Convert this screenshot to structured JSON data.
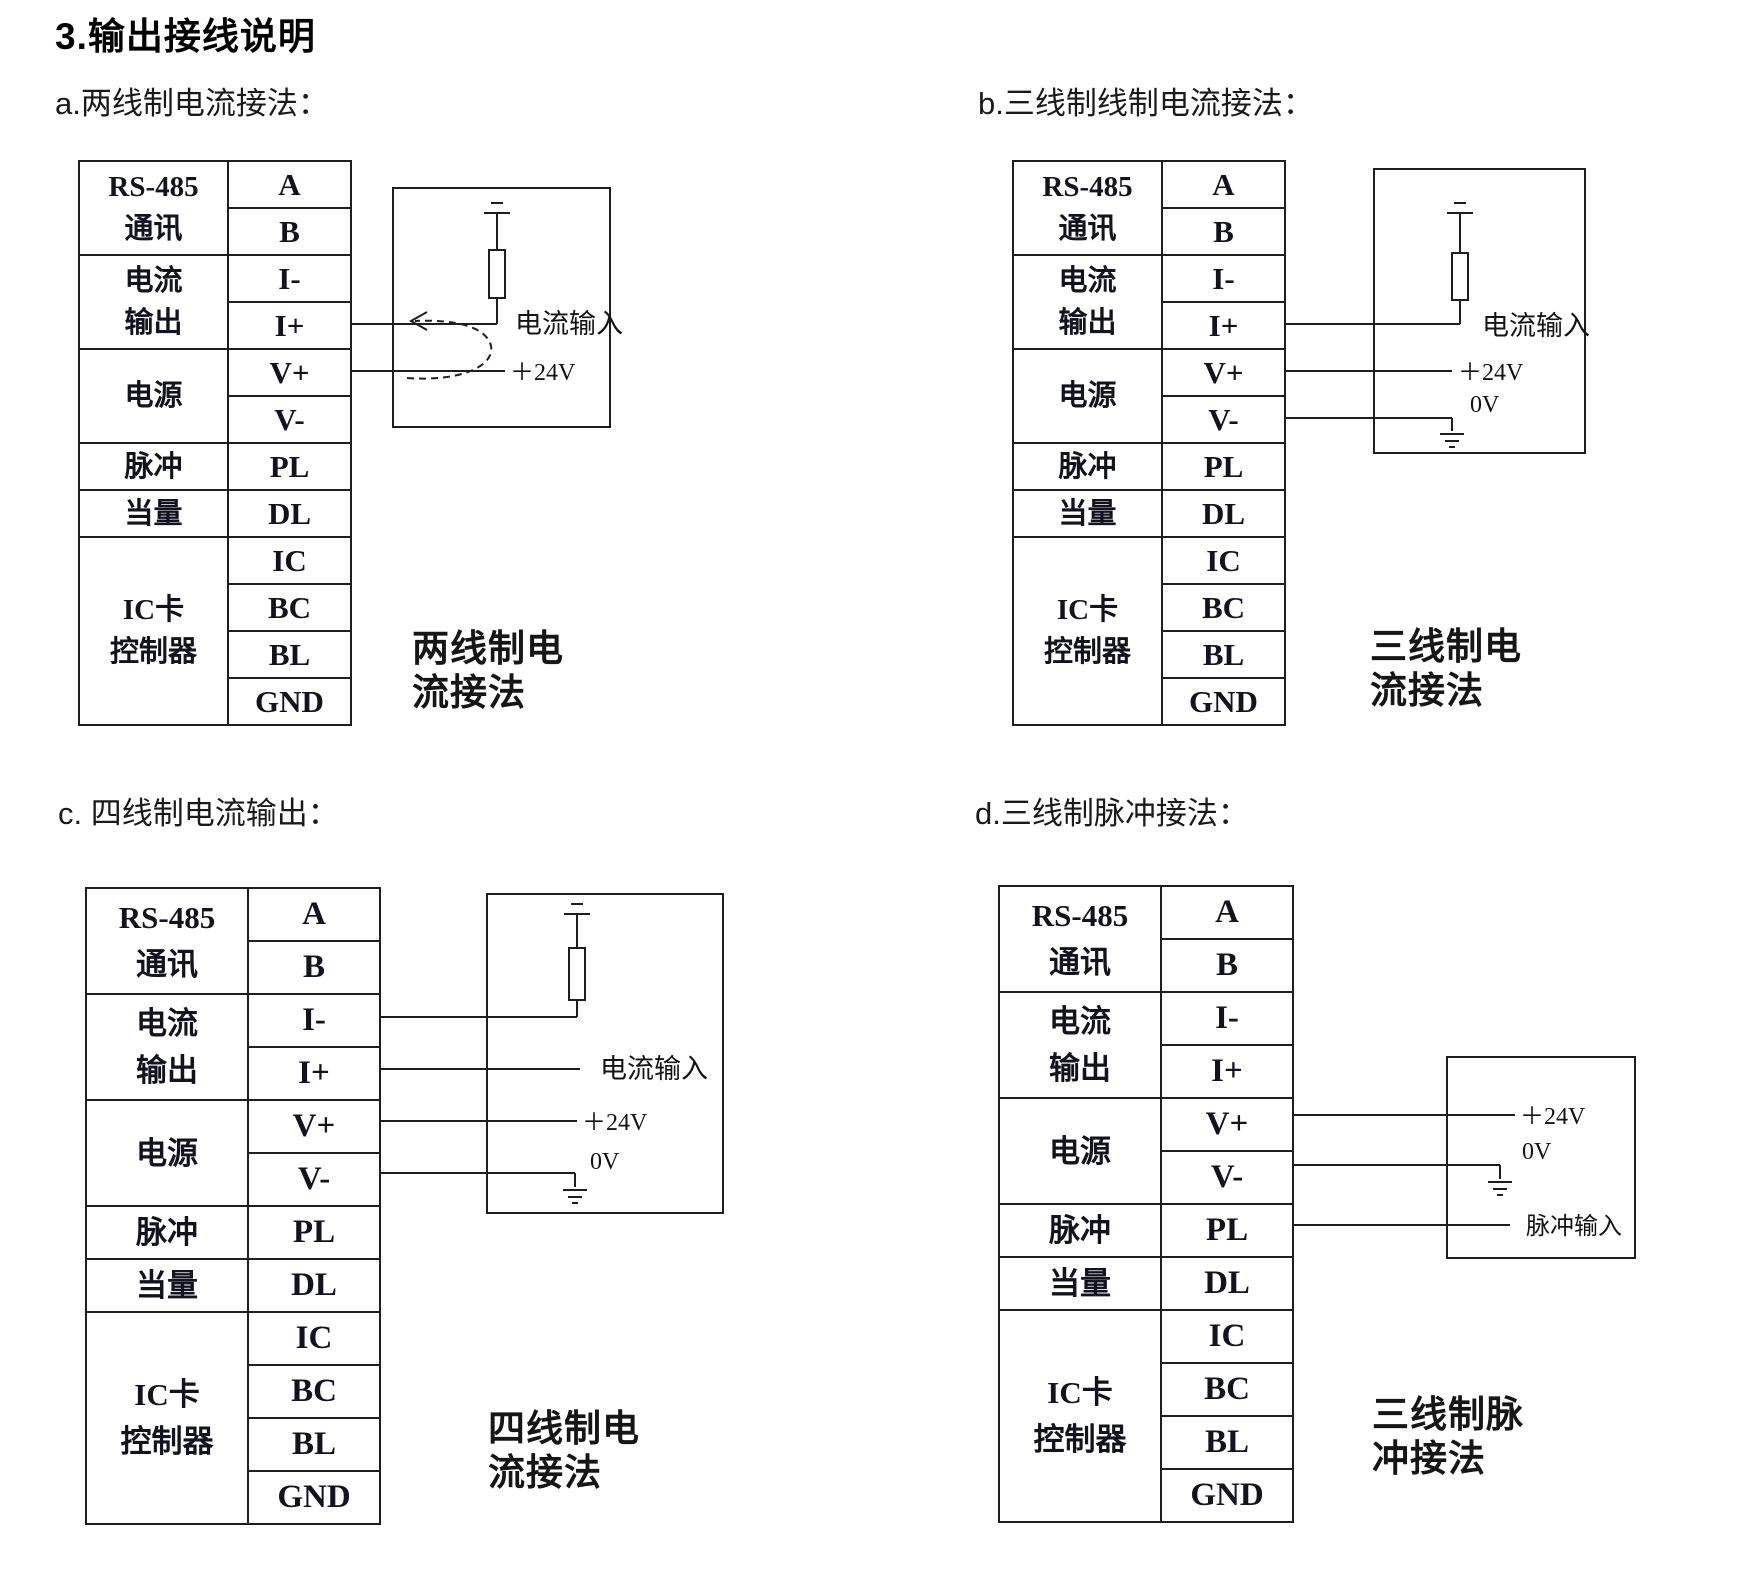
{
  "title": "3.输出接线说明",
  "sections": {
    "a": {
      "heading": "a.两线制电流接法：",
      "caption": "两线制电\n流接法"
    },
    "b": {
      "heading": "b.三线制线制电流接法：",
      "caption": "三线制电\n流接法"
    },
    "c": {
      "heading": "c. 四线制电流输出：",
      "caption": "四线制电\n流接法"
    },
    "d": {
      "heading": "d.三线制脉冲接法：",
      "caption": "三线制脉\n冲接法"
    }
  },
  "terminal_table": {
    "groups": [
      {
        "label": "RS-485\n通讯",
        "span": 2
      },
      {
        "label": "电流\n输出",
        "span": 2
      },
      {
        "label": "电源",
        "span": 2
      },
      {
        "label": "脉冲",
        "span": 1
      },
      {
        "label": "当量",
        "span": 1
      },
      {
        "label": "IC卡\n控制器",
        "span": 4
      }
    ],
    "terminals": [
      "A",
      "B",
      "I-",
      "I+",
      "V+",
      "V-",
      "PL",
      "DL",
      "IC",
      "BC",
      "BL",
      "GND"
    ]
  },
  "wiring_labels": {
    "current_input": "电流输入",
    "pulse_input": "脉冲输入",
    "v24": "＋24V",
    "v0": "0V"
  },
  "colors": {
    "line": "#1f1f1f",
    "text": "#141414",
    "background": "#ffffff"
  }
}
